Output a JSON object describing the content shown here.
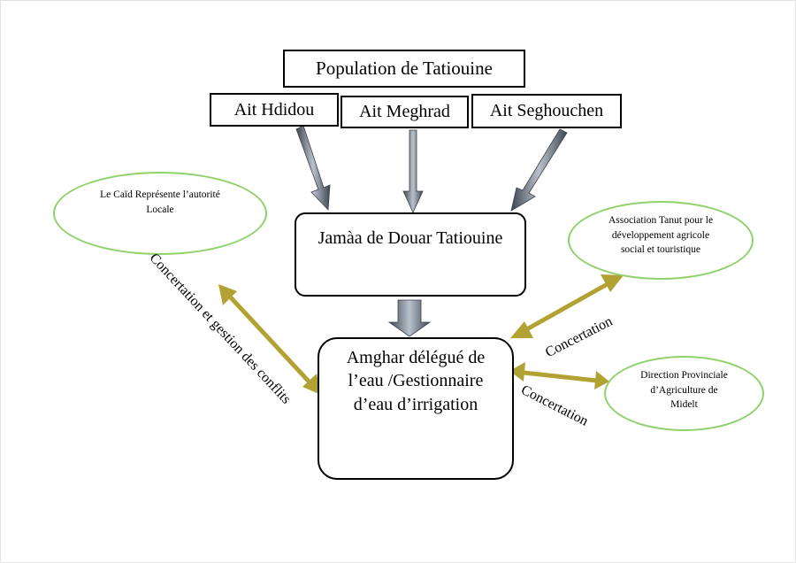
{
  "population": {
    "title": "Population de Tatiouine"
  },
  "tribes": [
    "Ait Hdidou",
    "Ait Meghrad",
    "Ait Seghouchen"
  ],
  "jamaa": {
    "label": "Jamàa de Douar Tatiouine"
  },
  "amghar": {
    "lines": [
      "Amghar délégué de",
      "l’eau  /Gestionnaire",
      "d’eau d’irrigation"
    ]
  },
  "caid": {
    "lines": [
      "Le Caïd Représente l’autorité",
      "Locale"
    ]
  },
  "association": {
    "lines": [
      "Association Tanut pour le",
      "développement agricole",
      "social et touristique"
    ]
  },
  "direction": {
    "lines": [
      "Direction Provinciale",
      "d’Agriculture de",
      "Midelt"
    ]
  },
  "links": {
    "caid_amghar": "Concertation  et gestion des conflits",
    "association_amghar": "Concertation",
    "direction_amghar": "Concertation"
  },
  "colors": {
    "ellipse_border": "#8fd16a",
    "gold_arrow": "#b2a233",
    "steel_arrow": "#4e5866"
  }
}
